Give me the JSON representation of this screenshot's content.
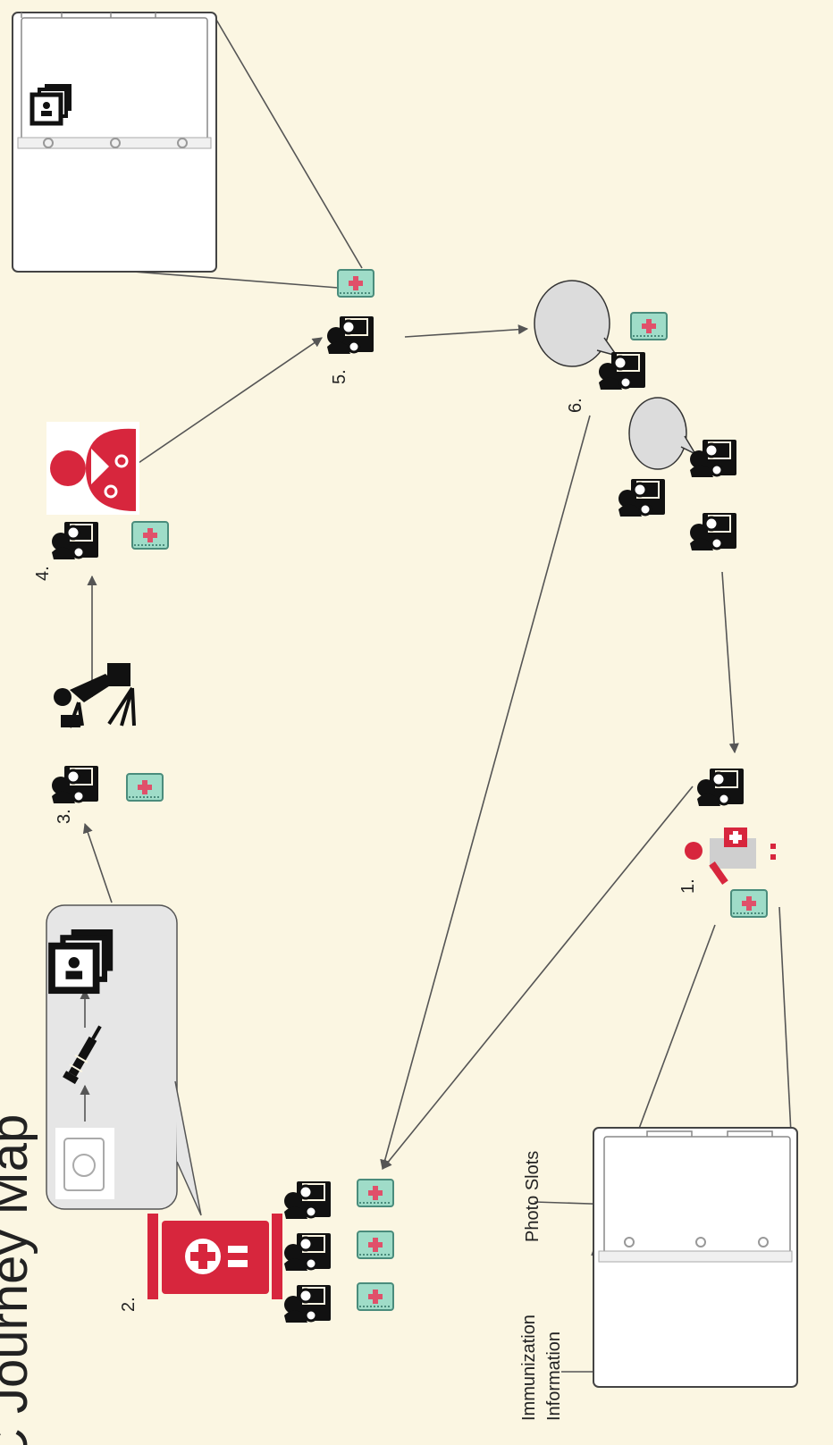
{
  "title": "C Journey Map",
  "steps": {
    "s1": "1.",
    "s2": "2.",
    "s3": "3.",
    "s4": "4.",
    "s5": "5.",
    "s6": "6."
  },
  "annotations": {
    "photo_slots": "Photo Slots",
    "immunization_line1": "Immunization",
    "immunization_line2": "Information"
  },
  "colors": {
    "background": "#fbf6e2",
    "accent_red": "#d7263d",
    "card_teal": "#9fdcc8",
    "bubble_grey": "#dcdcdc",
    "icon_black": "#111111"
  },
  "icons": [
    "parent-with-child-icon",
    "health-record-card-icon",
    "medical-building-icon",
    "doctor-icon",
    "photographer-icon",
    "camera-icon",
    "syringe-icon",
    "photo-stack-icon",
    "nurse-icon",
    "speech-bubble-icon",
    "binder-album-icon"
  ]
}
